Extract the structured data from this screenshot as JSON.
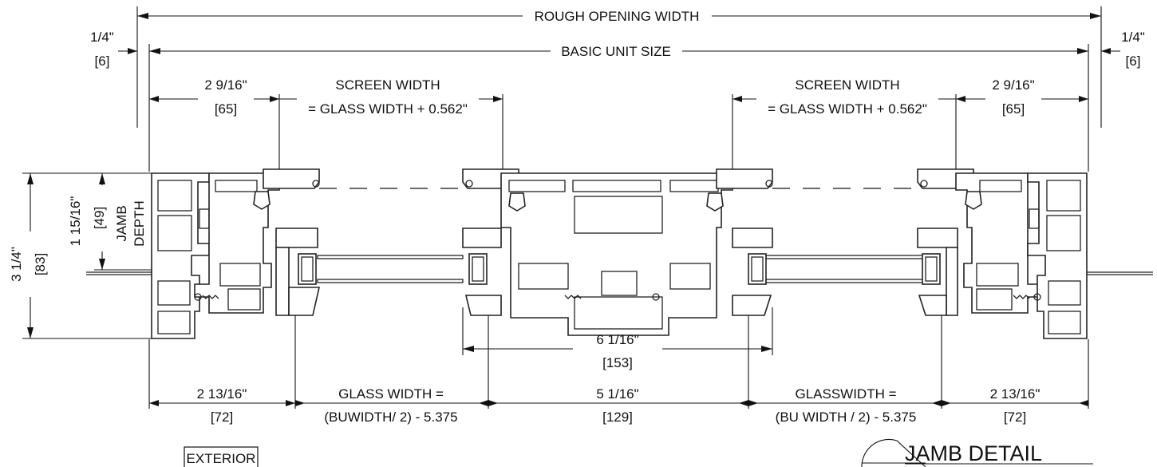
{
  "dimensions": {
    "rough_opening_width": "ROUGH OPENING WIDTH",
    "basic_unit_size": "BASIC UNIT SIZE",
    "left_gap_in": "1/4\"",
    "left_gap_mm": "[6]",
    "right_gap_in": "1/4\"",
    "right_gap_mm": "[6]",
    "left_2916_in": "2 9/16\"",
    "left_2916_mm": "[65]",
    "right_2916_in": "2 9/16\"",
    "right_2916_mm": "[65]",
    "screen_width_left_1": "SCREEN WIDTH",
    "screen_width_left_2": "= GLASS WIDTH + 0.562\"",
    "screen_width_right_1": "SCREEN WIDTH",
    "screen_width_right_2": "= GLASS WIDTH + 0.562\"",
    "overall_depth_in": "3 1/4\"",
    "overall_depth_mm": "[83]",
    "jamb_depth_in": "1 15/16\"",
    "jamb_depth_mm": "[49]",
    "jamb_label_1": "JAMB",
    "jamb_label_2": "DEPTH",
    "center_6116_in": "6 1/16\"",
    "center_6116_mm": "[153]",
    "bottom_left_in": "2 13/16\"",
    "bottom_left_mm": "[72]",
    "glass_left_1": "GLASS WIDTH =",
    "glass_left_2": "(BUWIDTH/ 2) - 5.375",
    "center_5116_in": "5 1/16\"",
    "center_5116_mm": "[129]",
    "glass_right_1": "GLASSWIDTH =",
    "glass_right_2": "(BU WIDTH / 2) - 5.375",
    "bottom_right_in": "2 13/16\"",
    "bottom_right_mm": "[72]"
  },
  "labels": {
    "exterior": "EXTERIOR",
    "title": "JAMB DETAIL"
  }
}
